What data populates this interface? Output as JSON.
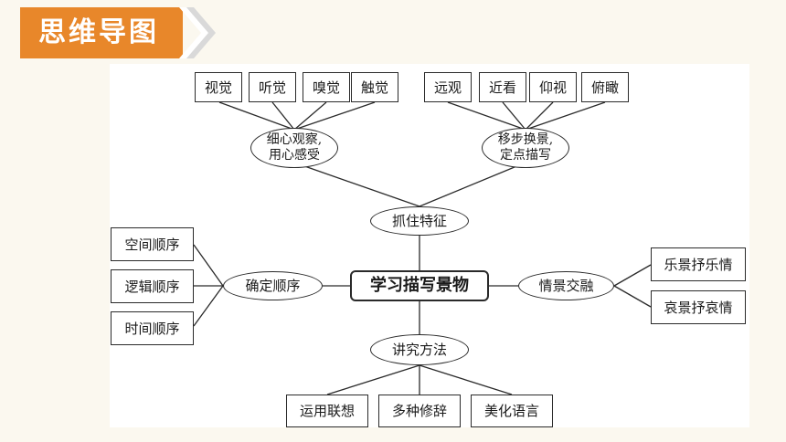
{
  "header": {
    "title": "思维导图",
    "accent_color": "#e8872a",
    "chevron_color": "#d9d9d9"
  },
  "diagram": {
    "center": "学习描写景物",
    "top": {
      "label": "抓住特征",
      "left_group": {
        "line1": "细心观察,",
        "line2": "用心感受",
        "items": [
          "视觉",
          "听觉",
          "嗅觉",
          "触觉"
        ]
      },
      "right_group": {
        "line1": "移步换景,",
        "line2": "定点描写",
        "items": [
          "远观",
          "近看",
          "仰视",
          "俯瞰"
        ]
      }
    },
    "left": {
      "label": "确定顺序",
      "items": [
        "空间顺序",
        "逻辑顺序",
        "时间顺序"
      ]
    },
    "right": {
      "label": "情景交融",
      "items": [
        "乐景抒乐情",
        "哀景抒哀情"
      ]
    },
    "bottom": {
      "label": "讲究方法",
      "items": [
        "运用联想",
        "多种修辞",
        "美化语言"
      ]
    }
  }
}
